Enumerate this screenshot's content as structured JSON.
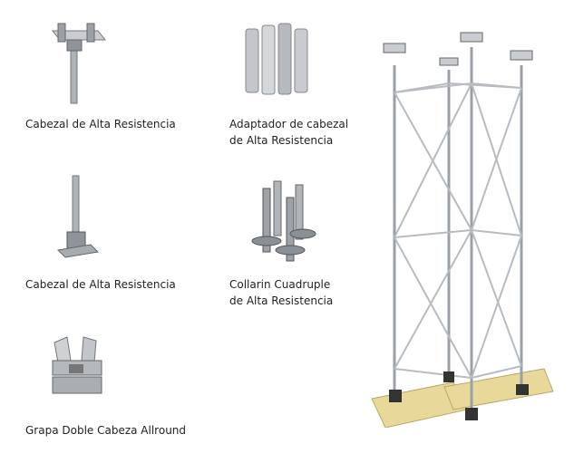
{
  "products": [
    {
      "name": "Cabezal de Alta Resistencia",
      "lines": [
        "Cabezal de Alta Resistencia"
      ]
    },
    {
      "name": "Adaptador de cabezal de Alta Resistencia",
      "lines": [
        "Adaptador de cabezal",
        "de Alta Resistencia"
      ]
    },
    {
      "name": "Cabezal de Alta Resistencia",
      "lines": [
        "Cabezal de Alta Resistencia"
      ]
    },
    {
      "name": "Collarin Cuadruple de Alta Resistencia",
      "lines": [
        "Collarin Cuadruple",
        "de Alta Resistencia"
      ]
    },
    {
      "name": "Grapa Doble Cabeza Allround",
      "lines": [
        "Grapa Doble Cabeza Allround"
      ]
    }
  ],
  "colors": {
    "metal": "#b8bcc0",
    "metal_dark": "#6f7479",
    "wood": "#e8d89a"
  }
}
